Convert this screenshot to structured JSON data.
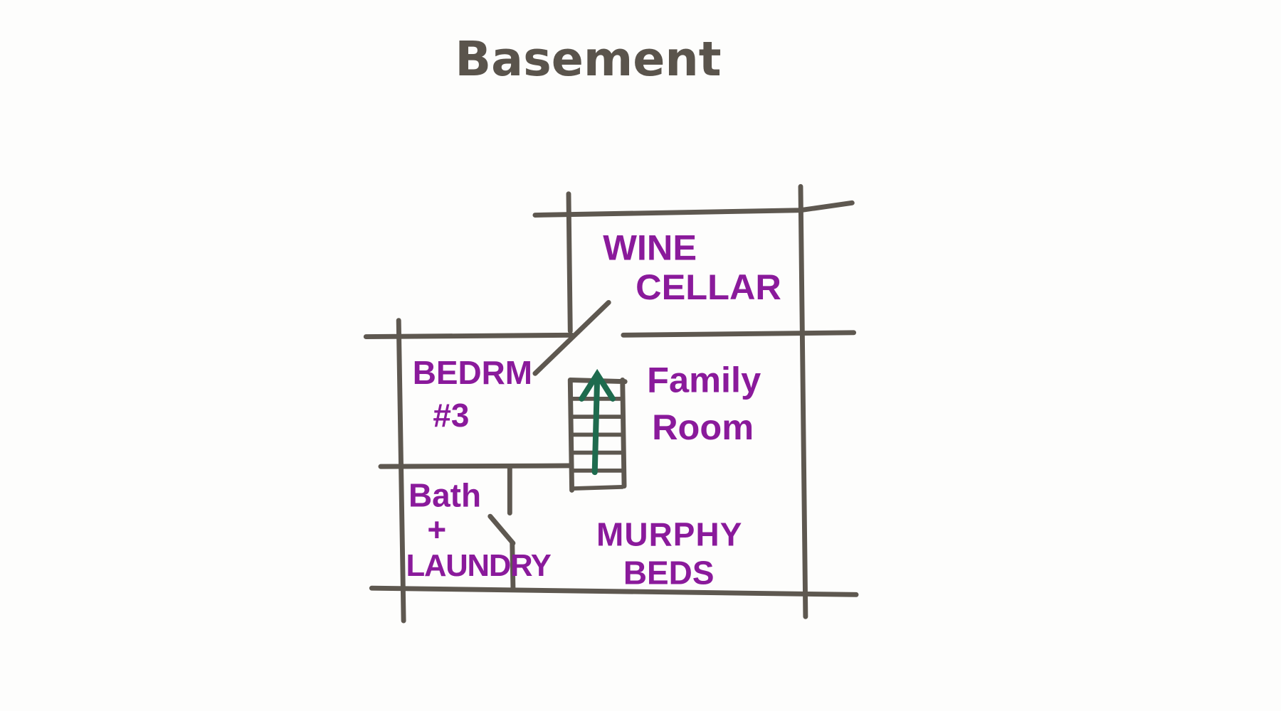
{
  "title": "Basement",
  "colors": {
    "walls": "#5e5850",
    "labels": "#8a1a9b",
    "stair_arrow": "#1e6b4e"
  },
  "rooms": {
    "wine_cellar": {
      "line1": "WINE",
      "line2": "CELLAR"
    },
    "bedroom": {
      "line1": "BEDRM",
      "line2": "#3"
    },
    "family_room": {
      "line1": "Family",
      "line2": "Room"
    },
    "bath_laundry": {
      "line1": "Bath",
      "line2": "+",
      "line3": "LAUNDRY"
    },
    "murphy_beds": {
      "line1": "MURPHY",
      "line2": "BEDS"
    }
  }
}
